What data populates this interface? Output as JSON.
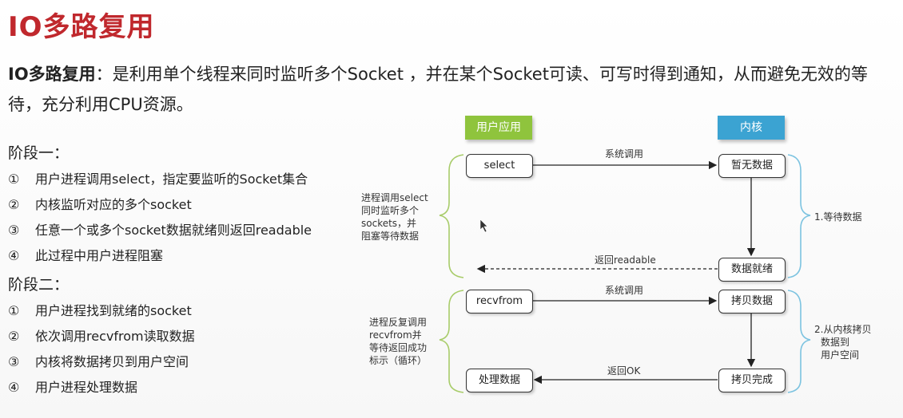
{
  "title": "IO多路复用",
  "intro": {
    "term": "IO多路复用",
    "line1_rest": "：是利用单个线程来同时监听多个Socket ，并在某个Socket可读、可写时得到通知，从而避免无效的等",
    "line2": "待，充分利用CPU资源。"
  },
  "phase1": {
    "label": "阶段一：",
    "steps": [
      {
        "num": "①",
        "text": "用户进程调用select，指定要监听的Socket集合"
      },
      {
        "num": "②",
        "text": "内核监听对应的多个socket"
      },
      {
        "num": "③",
        "text": "任意一个或多个socket数据就绪则返回readable"
      },
      {
        "num": "④",
        "text": "此过程中用户进程阻塞"
      }
    ]
  },
  "phase2": {
    "label": "阶段二：",
    "steps": [
      {
        "num": "①",
        "text": "用户进程找到就绪的socket"
      },
      {
        "num": "②",
        "text": "依次调用recvfrom读取数据"
      },
      {
        "num": "③",
        "text": "内核将数据拷贝到用户空间"
      },
      {
        "num": "④",
        "text": "用户进程处理数据"
      }
    ]
  },
  "diagram": {
    "user_header": "用户应用",
    "kernel_header": "内核",
    "select": "select",
    "no_data": "暂无数据",
    "data_ready": "数据就绪",
    "recvfrom": "recvfrom",
    "copy_data": "拷贝数据",
    "process_data": "处理数据",
    "copy_done": "拷贝完成",
    "syscall_1": "系统调用",
    "return_readable": "返回readable",
    "syscall_2": "系统调用",
    "return_ok": "返回OK",
    "left_note_1": [
      "进程调用select",
      "同时监听多个",
      "sockets，并",
      "阻塞等待数据"
    ],
    "left_note_2": [
      "进程反复调用",
      "recvfrom并",
      "等待返回成功",
      "标示（循环）"
    ],
    "right_note_1": "1.等待数据",
    "right_note_2": [
      "2.从内核拷贝",
      "数据到",
      "用户空间"
    ],
    "colors": {
      "title": "#c0282d",
      "user": "#8fc43d",
      "kernel": "#3ba3d2",
      "user_brace": "#a8cc6a",
      "kernel_brace": "#7cc3e0"
    }
  }
}
